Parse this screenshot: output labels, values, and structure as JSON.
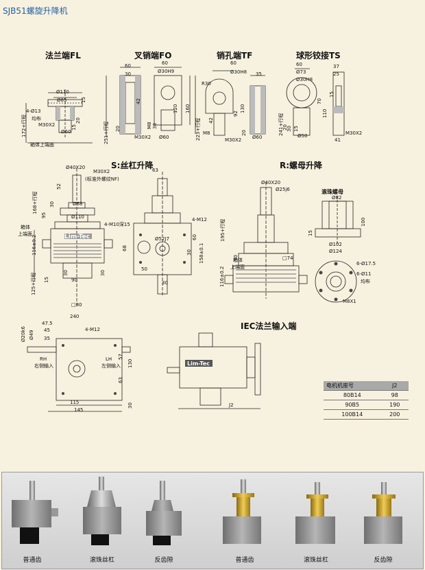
{
  "header": {
    "title": "SJB51螺旋升降机"
  },
  "sections": {
    "fl": "法兰端FL",
    "fo": "叉销端FO",
    "tf": "销孔端TF",
    "ts": "球形铰接TS",
    "s_type": "S:丝杠升降",
    "r_type": "R:螺母升降",
    "iec": "IEC法兰输入端",
    "ball_nut": "滚珠螺母"
  },
  "top_dims": {
    "fl": [
      "Ø110",
      "Ø85",
      "4-Ø13",
      "均布",
      "M30X2",
      "Ø60",
      "15",
      "20",
      "15",
      "172+行程",
      "箱体上端面"
    ],
    "fo": [
      "60",
      "30",
      "42",
      "Ø30H9",
      "60",
      "120",
      "160",
      "20",
      "M8",
      "30",
      "Ø60",
      "M30X2",
      "251+行程"
    ],
    "tf": [
      "60",
      "Ø30H8",
      "R30",
      "92",
      "130",
      "20",
      "42",
      "M8",
      "223+行程",
      "M30X2",
      "Ø60",
      "35",
      "20"
    ],
    "ts": [
      "60",
      "Ø73",
      "Ø30H8",
      "37",
      "25",
      "15",
      "70",
      "110",
      "Ø50",
      "30",
      "15",
      "41",
      "M30X2",
      "241+行程"
    ]
  },
  "s_dims": [
    "Ø40X20",
    "M30X2",
    "(标准外螺纹NF)",
    "52",
    "168+行程",
    "30",
    "Ø68",
    "95",
    "Ø110",
    "箱体",
    "上端面",
    "116±0.2",
    "30",
    "90",
    "15",
    "125+行程",
    "30",
    "□80",
    "63",
    "4-M10深15",
    "4-M12",
    "Ø52J7",
    "50",
    "30",
    "60",
    "30",
    "68",
    "158±0.1"
  ],
  "r_dims": [
    "Ø40X20",
    "Ø25j6",
    "Ø82",
    "195+行程",
    "100",
    "Ø102",
    "Ø124",
    "15",
    "30",
    "箱体",
    "上端面",
    "116±0.2",
    "□74",
    "6-Ø17.5",
    "6-Ø11",
    "均布",
    "M8X1"
  ],
  "bottom_dims": [
    "240",
    "47.5",
    "45",
    "35",
    "Ø20k6",
    "Ø49",
    "4-M12",
    "RH",
    "右侧输入",
    "LH",
    "左侧输入",
    "57",
    "130",
    "63",
    "115",
    "145",
    "30"
  ],
  "iec_dims": [
    "J2"
  ],
  "brand": "Lim-Tec",
  "motor_table": {
    "headers": [
      "电机机座号",
      "J2"
    ],
    "rows": [
      [
        "80B14",
        "98"
      ],
      [
        "90B5",
        "190"
      ],
      [
        "100B14",
        "200"
      ]
    ]
  },
  "photos": [
    {
      "caption": "普通齿"
    },
    {
      "caption": "滚珠丝杠"
    },
    {
      "caption": "反齿隙"
    },
    {
      "caption": "普通齿"
    },
    {
      "caption": "滚珠丝杠"
    },
    {
      "caption": "反齿隙"
    }
  ],
  "colors": {
    "background": "#f7f1df",
    "title": "#1f5fa6",
    "brass": "#c9a227",
    "gearbox": "#8e8e8e"
  }
}
